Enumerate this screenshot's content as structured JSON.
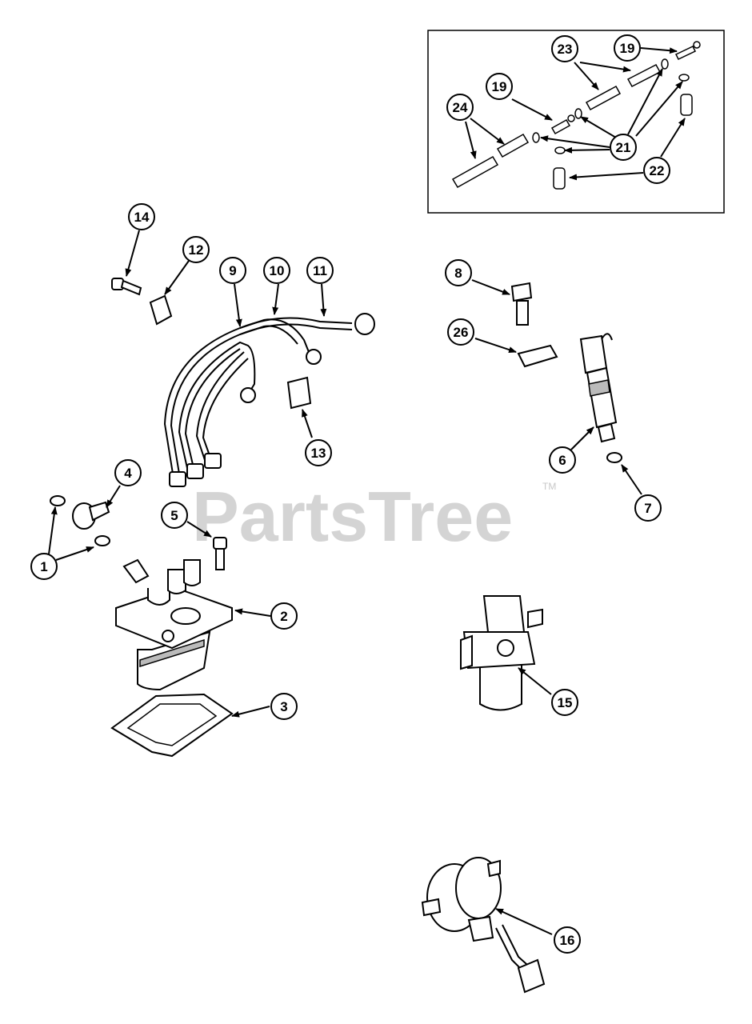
{
  "watermark": {
    "text": "PartsTree",
    "mark": "TM"
  },
  "callouts": {
    "c1": "1",
    "c2": "2",
    "c3": "3",
    "c4": "4",
    "c5": "5",
    "c6": "6",
    "c7": "7",
    "c8": "8",
    "c9": "9",
    "c10": "10",
    "c11": "11",
    "c12": "12",
    "c13": "13",
    "c14": "14",
    "c15": "15",
    "c16": "16",
    "c19a": "19",
    "c19b": "19",
    "c21": "21",
    "c22": "22",
    "c23": "23",
    "c24": "24",
    "c26": "26"
  }
}
